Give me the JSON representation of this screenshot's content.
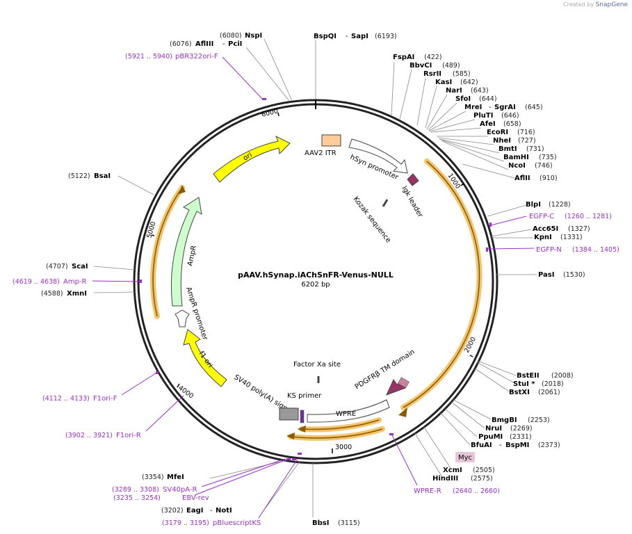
{
  "creator": {
    "prefix": "Created by",
    "brand": "SnapGene"
  },
  "plasmid": {
    "name": "pAAV.hSynap.iAChSnFR-Venus-NULL",
    "length": "6202 bp"
  },
  "ticks": [
    "1000",
    "2000",
    "3000",
    "4000",
    "5000",
    "6000"
  ],
  "enzymes": [
    {
      "name": "BspQI",
      "name2": "SapI",
      "pos": "(6193)"
    },
    {
      "name": "NspI",
      "pos": "(6080)"
    },
    {
      "name": "AflIII",
      "name2": "PciI",
      "pos": "(6076)"
    },
    {
      "name": "FspAI",
      "pos": "(422)"
    },
    {
      "name": "BbvCI",
      "pos": "(489)"
    },
    {
      "name": "RsrII",
      "pos": "(585)"
    },
    {
      "name": "KasI",
      "pos": "(642)"
    },
    {
      "name": "NarI",
      "pos": "(643)"
    },
    {
      "name": "SfoI",
      "pos": "(644)"
    },
    {
      "name": "MreI",
      "name2": "SgrAI",
      "pos": "(645)"
    },
    {
      "name": "PluTI",
      "pos": "(646)"
    },
    {
      "name": "AfeI",
      "pos": "(658)"
    },
    {
      "name": "EcoRI",
      "pos": "(716)"
    },
    {
      "name": "NheI",
      "pos": "(727)"
    },
    {
      "name": "BmtI",
      "pos": "(731)"
    },
    {
      "name": "BamHI",
      "pos": "(735)"
    },
    {
      "name": "NcoI",
      "pos": "(746)"
    },
    {
      "name": "AflII",
      "pos": "(910)"
    },
    {
      "name": "BlpI",
      "pos": "(1228)"
    },
    {
      "name": "Acc65I",
      "pos": "(1327)"
    },
    {
      "name": "KpnI",
      "pos": "(1331)"
    },
    {
      "name": "PasI",
      "pos": "(1530)"
    },
    {
      "name": "BstEII",
      "pos": "(2008)"
    },
    {
      "name": "StuI *",
      "pos": "(2018)"
    },
    {
      "name": "BstXI",
      "pos": "(2061)"
    },
    {
      "name": "BmgBI",
      "pos": "(2253)"
    },
    {
      "name": "NruI",
      "pos": "(2269)"
    },
    {
      "name": "PpuMI",
      "pos": "(2331)"
    },
    {
      "name": "BfuAI",
      "name2": "BspMI",
      "pos": "(2373)"
    },
    {
      "name": "XcmI",
      "pos": "(2505)"
    },
    {
      "name": "HindIII",
      "pos": "(2575)"
    },
    {
      "name": "BbsI",
      "pos": "(3115)"
    },
    {
      "name": "EagI",
      "name2": "NotI",
      "pos": "(3202)"
    },
    {
      "name": "MfeI",
      "pos": "(3354)"
    },
    {
      "name": "XmnI",
      "pos": "(4588)"
    },
    {
      "name": "ScaI",
      "pos": "(4707)"
    },
    {
      "name": "BsaI",
      "pos": "(5122)"
    }
  ],
  "primers": [
    {
      "name": "pBR322ori-F",
      "pos": "(5921 .. 5940)"
    },
    {
      "name": "EGFP-C",
      "pos": "(1260 .. 1281)"
    },
    {
      "name": "EGFP-N",
      "pos": "(1384 .. 1405)"
    },
    {
      "name": "WPRE-R",
      "pos": "(2640 .. 2660)"
    },
    {
      "name": "SV40pA-R",
      "pos": "(3289 .. 3308)"
    },
    {
      "name": "EBV-rev",
      "pos": "(3235 .. 3254)"
    },
    {
      "name": "pBluescriptKS",
      "pos": "(3179 .. 3195)"
    },
    {
      "name": "F1ori-R",
      "pos": "(3902 .. 3921)"
    },
    {
      "name": "F1ori-F",
      "pos": "(4112 .. 4133)"
    },
    {
      "name": "Amp-R",
      "pos": "(4619 .. 4638)"
    }
  ],
  "features": {
    "aav2_itr": "AAV2 ITR",
    "hsyn": "hSyn promoter",
    "igk": "Igk leader",
    "kozak": "Kozak sequence",
    "ori": "ori",
    "ampr": "AmpR",
    "ampr_promoter": "AmpR promoter",
    "f1_ori": "f1 ori",
    "sv40": "SV40 poly(A) signal",
    "ks_primer": "KS primer",
    "wpre": "WPRE",
    "factor_xa": "Factor Xa site",
    "pdgfr": "PDGFRβ TM domain",
    "myc": "Myc"
  },
  "colors": {
    "ori": "#ffff00",
    "ampr": "#ccffcc",
    "itr": "#ffcc99",
    "leader": "#993366",
    "pdgfr": "#993366",
    "ks": "#999999",
    "orf_border": "#f5c46a",
    "primer": "#9b2fc6"
  }
}
